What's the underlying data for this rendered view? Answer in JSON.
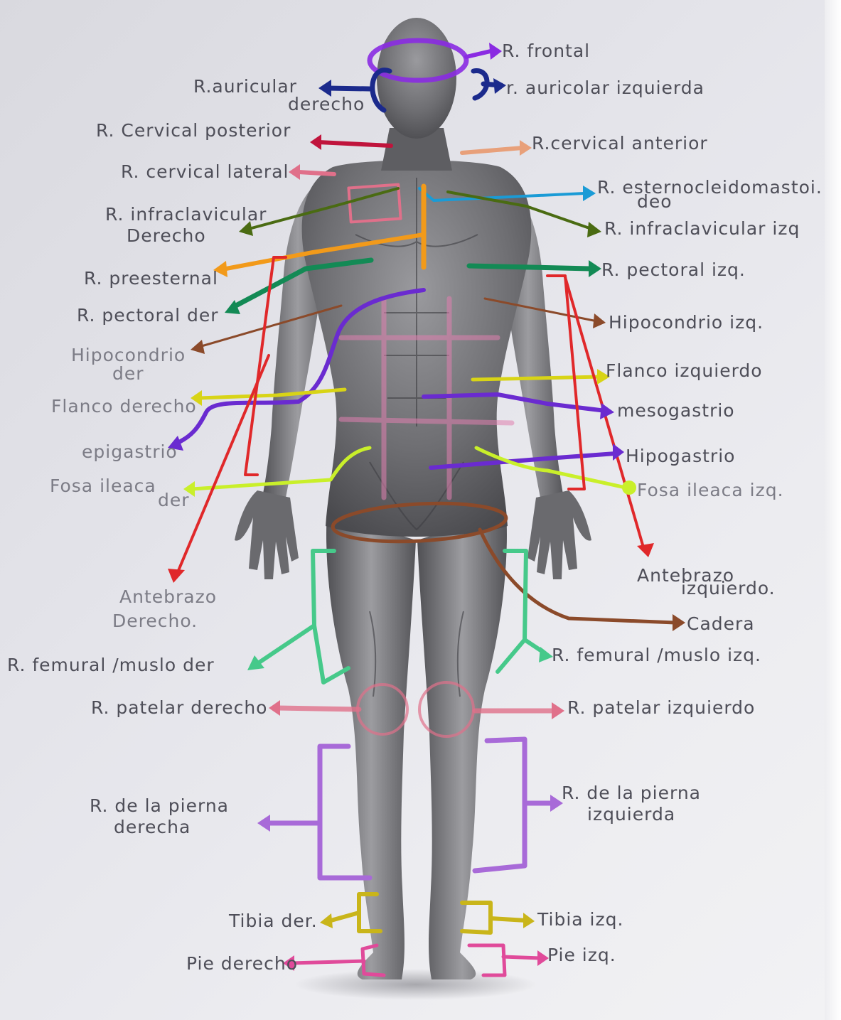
{
  "colors": {
    "paper": "#e2e2e8",
    "ink_text": "#4e4e58",
    "purple": "#8a2be2",
    "navy": "#1b2a8c",
    "crimson": "#c0143c",
    "pink": "#e0708a",
    "peach": "#e8a07a",
    "cyan": "#1a9bd6",
    "olive": "#4a6b12",
    "orange": "#f29a1a",
    "green": "#138a55",
    "brown": "#8b4a2a",
    "red": "#e0282a",
    "yellow": "#d8d416",
    "violet": "#6a2bd0",
    "lime": "#c9ef2a",
    "mint": "#46c98a",
    "lavender": "#a86ad8",
    "gold": "#c9b51a",
    "magenta": "#e04a9a"
  },
  "labels": {
    "frontal": "R. frontal",
    "auricular_der_1": "R.auricular",
    "auricular_der_2": "derecho",
    "auricular_izq": "r. auricolar izquierda",
    "cervical_posterior": "R. Cervical posterior",
    "cervical_anterior": "R.cervical anterior",
    "cervical_lateral": "R. cervical lateral",
    "esterno_1": "R. esternocleidomastoi.",
    "esterno_2": "deo",
    "infraclav_der_1": "R. infraclavicular",
    "infraclav_der_2": "Derecho",
    "infraclav_izq": "R. infraclavicular izq",
    "preesternal": "R. preesternal",
    "pectoral_izq": "R. pectoral izq.",
    "pectoral_der": "R. pectoral der",
    "hipocondrio_izq": "Hipocondrio izq.",
    "hipocondrio_der_1": "Hipocondrio",
    "hipocondrio_der_2": "der",
    "flanco_izq": "Flanco izquierdo",
    "flanco_der": "Flanco derecho",
    "mesogastrio": "mesogastrio",
    "epigastrio": "epigastrio",
    "hipogastrio": "Hipogastrio",
    "fosa_der_1": "Fosa ileaca",
    "fosa_der_2": "der",
    "fosa_izq": "Fosa ileaca izq.",
    "antebrazo_izq_1": "Antebrazo",
    "antebrazo_izq_2": "izquierdo.",
    "antebrazo_der_1": "Antebrazo",
    "antebrazo_der_2": "Derecho.",
    "cadera": "Cadera",
    "femoral_der": "R. femural /muslo der",
    "femoral_izq": "R. femural /muslo izq.",
    "patelar_der": "R. patelar derecho",
    "patelar_izq": "R. patelar izquierdo",
    "pierna_der_1": "R. de la pierna",
    "pierna_der_2": "derecha",
    "pierna_izq_1": "R. de la pierna",
    "pierna_izq_2": "izquierda",
    "tibia_der": "Tibia der.",
    "tibia_izq": "Tibia izq.",
    "pie_der": "Pie derecho",
    "pie_izq": "Pie izq."
  }
}
